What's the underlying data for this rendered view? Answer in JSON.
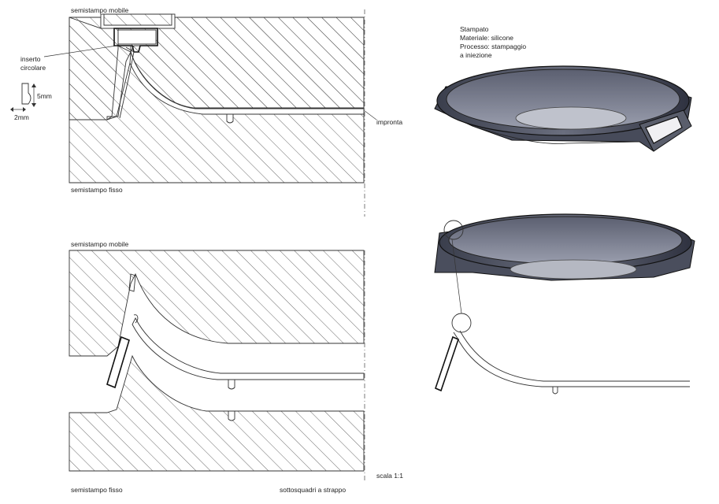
{
  "top_section": {
    "upper_half_label": "semistampo mobile",
    "lower_half_label": "semistampo fisso",
    "insert_label_line1": "inserto",
    "insert_label_line2": "circolare",
    "dim_vertical": "5mm",
    "dim_horizontal": "2mm",
    "cavity_label": "impronta"
  },
  "bottom_section": {
    "upper_half_label": "semistampo mobile",
    "lower_half_label": "semistampo fisso",
    "scale_label": "scala 1:1",
    "undercut_label": "sottosquadri a strappo"
  },
  "part_info": {
    "line1": "Stampato",
    "line2": "Materiale: silicone",
    "line3": "Processo: stampaggio",
    "line4": "a iniezione"
  }
}
